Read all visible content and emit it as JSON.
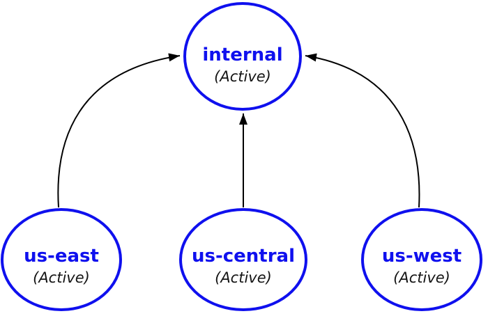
{
  "diagram": {
    "nodes": {
      "internal": {
        "label": "internal",
        "status": "(Active)"
      },
      "us_east": {
        "label": "us-east",
        "status": "(Active)"
      },
      "us_central": {
        "label": "us-central",
        "status": "(Active)"
      },
      "us_west": {
        "label": "us-west",
        "status": "(Active)"
      }
    },
    "edges": [
      {
        "from": "us-east",
        "to": "internal"
      },
      {
        "from": "us-central",
        "to": "internal"
      },
      {
        "from": "us-west",
        "to": "internal"
      }
    ],
    "colors": {
      "node_border": "#0f10ee",
      "node_label": "#0f10ee",
      "status_text": "#141414",
      "edge": "#000000",
      "background": "#ffffff"
    }
  }
}
